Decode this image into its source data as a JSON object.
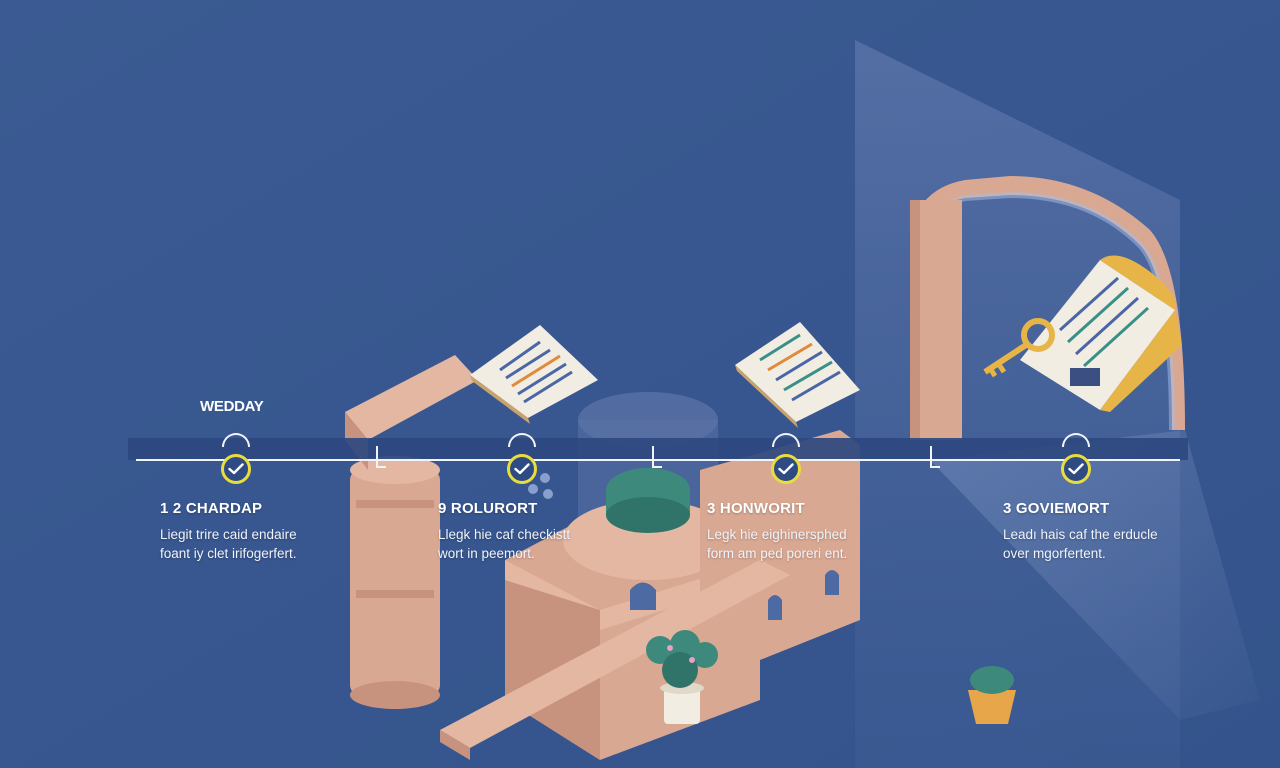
{
  "timeline": {
    "top_label": "WEDDAY",
    "steps": [
      {
        "title": "1 2 CHARDAP",
        "desc_line1": "Liegit trire caid endaire",
        "desc_line2": "foant iy clet irifogerfert."
      },
      {
        "title": "9 ROLURORT",
        "desc_line1": "Llegk hie caf checkistt",
        "desc_line2": "wort in peemort."
      },
      {
        "title": "3 HONWORIT",
        "desc_line1": "Legk hie eighinersphed",
        "desc_line2": "form am ped poreri ent."
      },
      {
        "title": "3 GOVIEMORT",
        "desc_line1": "Leadı hais caf the erducle",
        "desc_line2": "over mgorfertent."
      }
    ]
  },
  "colors": {
    "background": "#3d5b93",
    "band": "#2e4880",
    "node_ring": "#e9dd3e",
    "architecture": "#d9a892"
  },
  "icons": [
    "checkmark-icon",
    "document-checklist-icon",
    "key-icon",
    "plant-pot-icon"
  ]
}
